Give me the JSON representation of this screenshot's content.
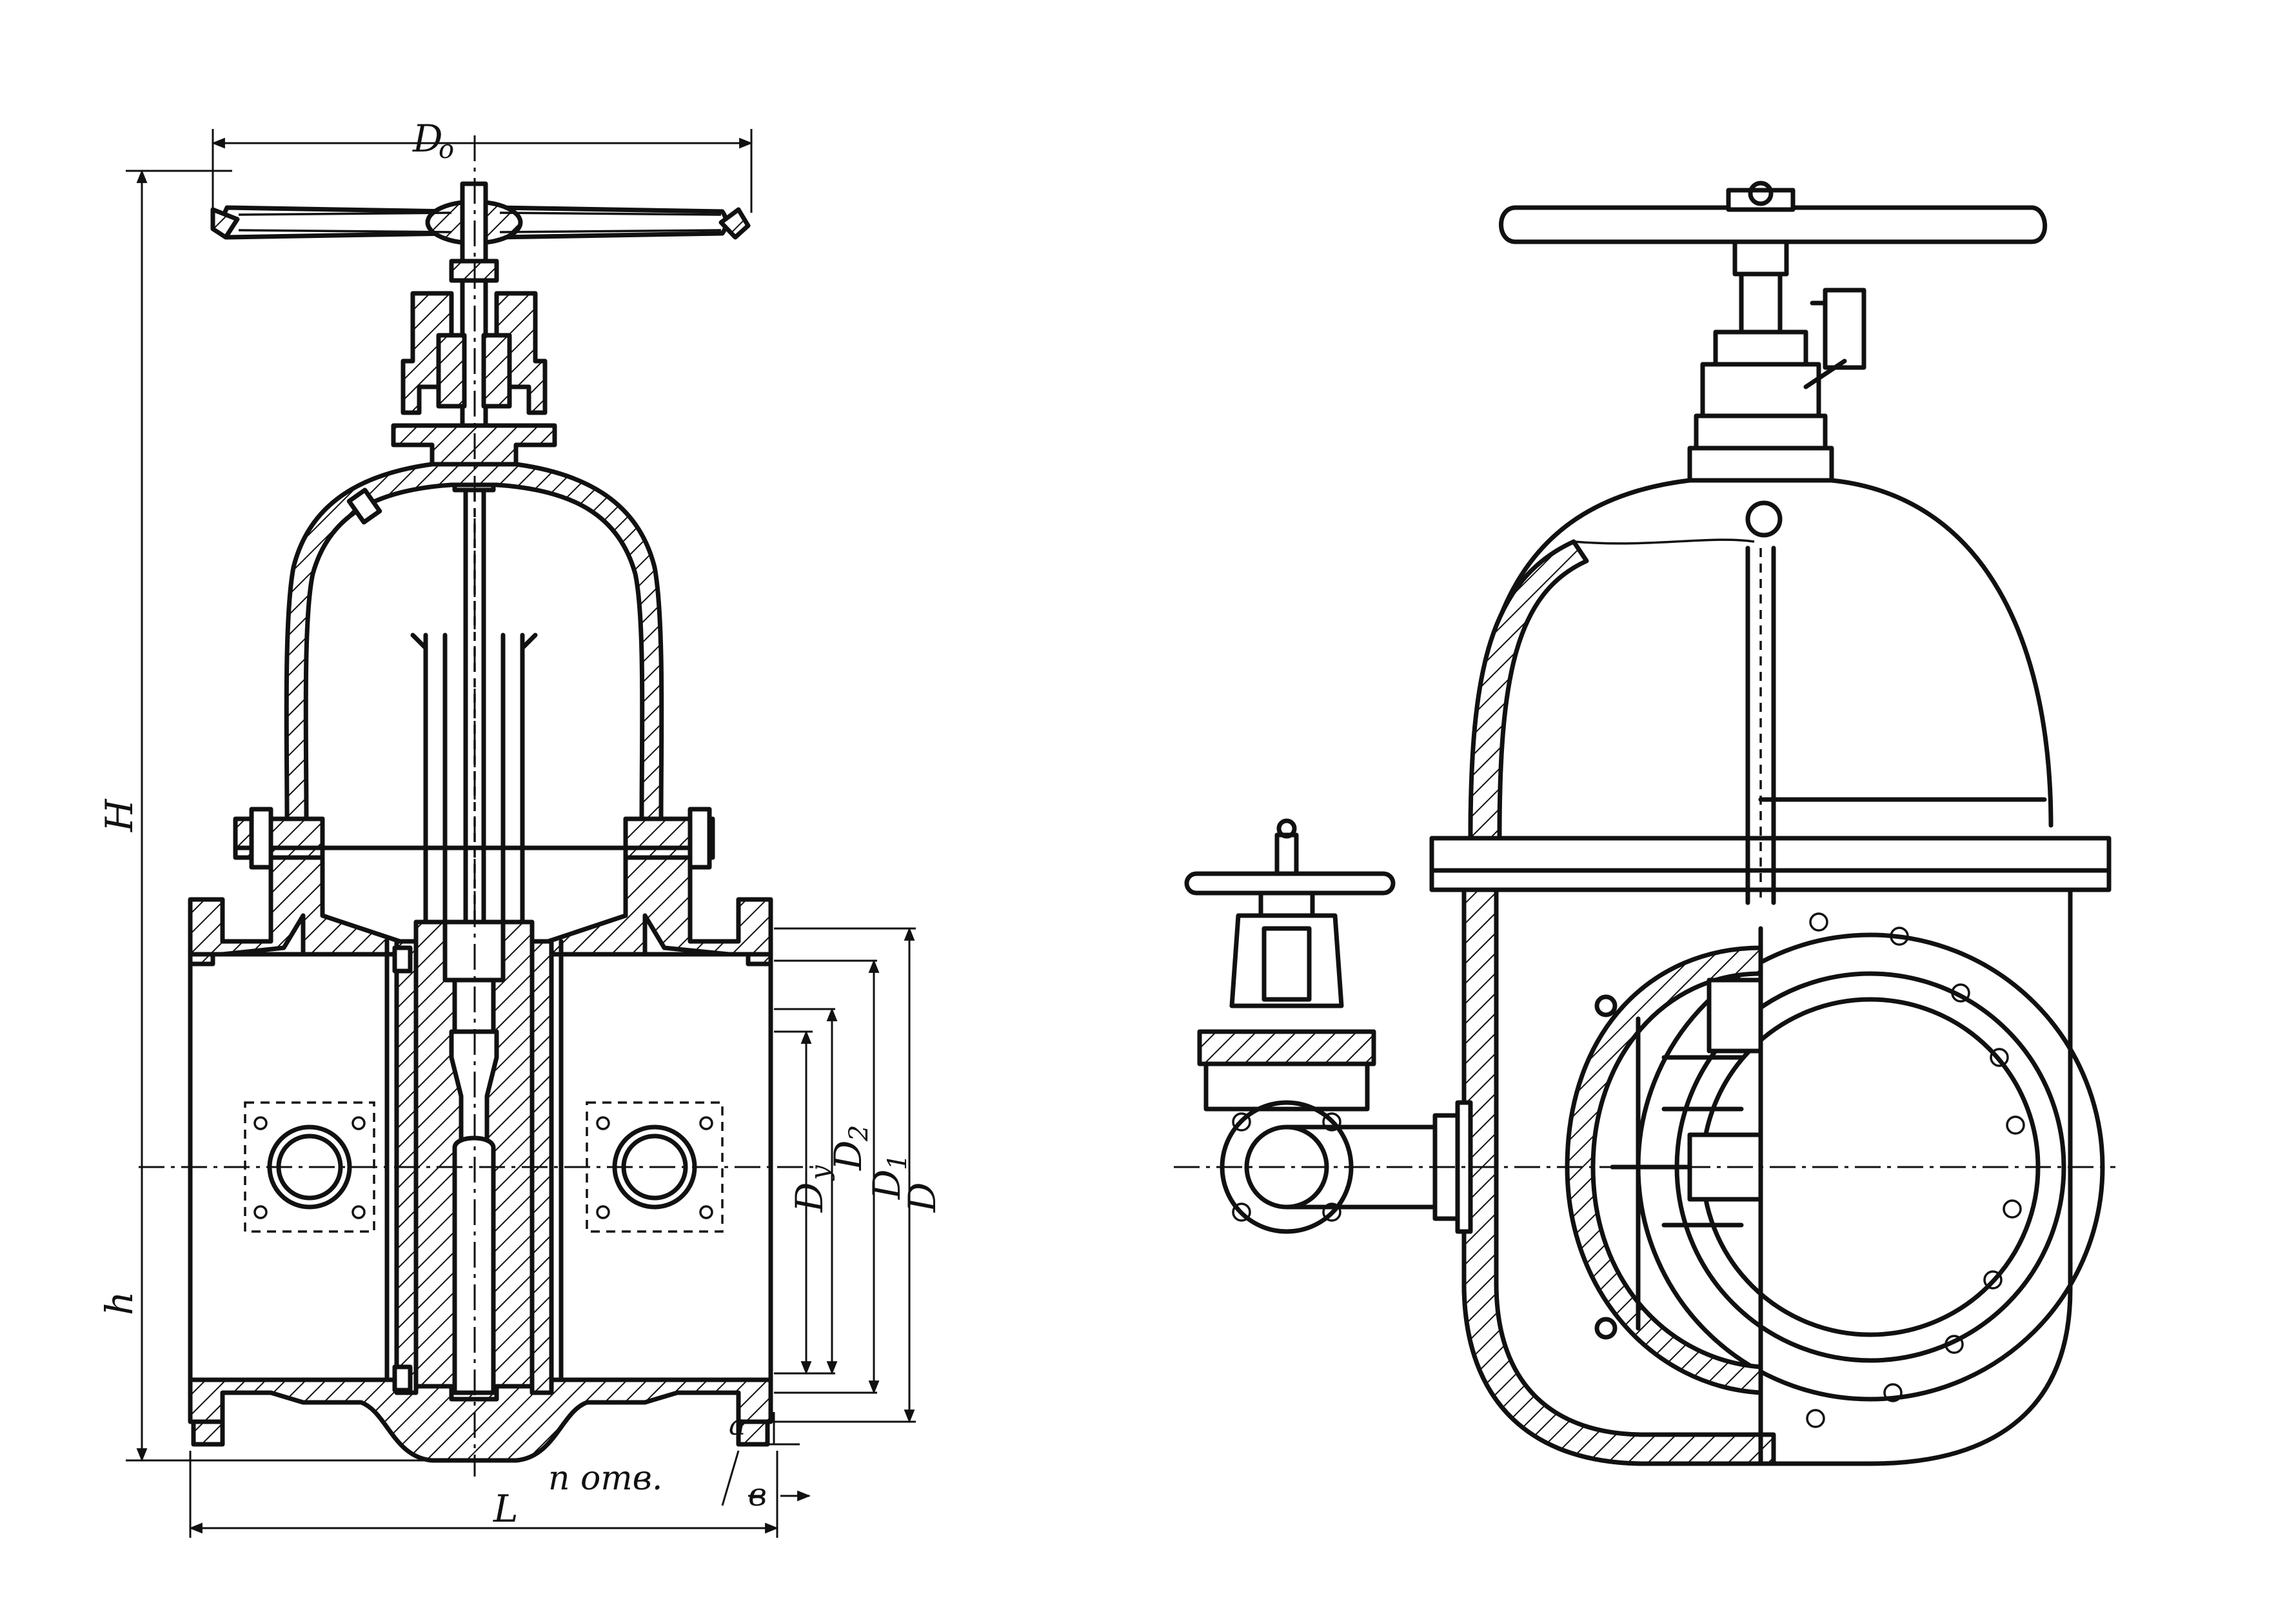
{
  "labels": {
    "d0": "D",
    "d0_sub": "o",
    "h_total": "H",
    "h_axis": "h",
    "l": "L",
    "dy": "D",
    "dy_sub": "y",
    "d2": "D",
    "d2_sub": "2",
    "d1": "D",
    "d1_sub": "1",
    "d": "D",
    "a": "a",
    "b": "в",
    "holes": "n отв."
  }
}
